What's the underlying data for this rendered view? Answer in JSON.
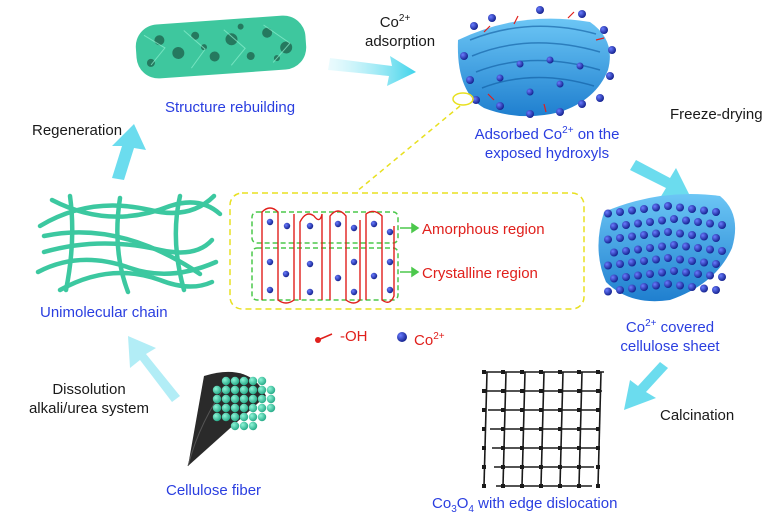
{
  "labels": {
    "co_adsorption_line1": "Co",
    "co_adsorption_sup": "2+",
    "co_adsorption_line2": "adsorption",
    "structure_rebuilding": "Structure rebuilding",
    "regeneration": "Regeneration",
    "adsorbed_line1_a": "Adsorbed Co",
    "adsorbed_line1_sup": "2+",
    "adsorbed_line1_b": " on the",
    "adsorbed_line2": "exposed hydroxyls",
    "freeze_drying": "Freeze-drying",
    "amorphous_region": "Amorphous region",
    "crystalline_region": "Crystalline region",
    "unimolecular_chain": "Unimolecular chain",
    "legend_oh": "-OH",
    "legend_co": "Co",
    "legend_co_sup": "2+",
    "covered_line1_a": "Co",
    "covered_line1_sup": "2+",
    "covered_line1_b": " covered",
    "covered_line2": "cellulose sheet",
    "dissolution_line1": "Dissolution",
    "dissolution_line2": "alkali/urea system",
    "calcination": "Calcination",
    "cellulose_fiber": "Cellulose fiber",
    "co3o4_a": "Co",
    "co3o4_sub1": "3",
    "co3o4_b": "O",
    "co3o4_sub2": "4",
    "co3o4_c": " with edge dislocation"
  },
  "colors": {
    "label_blue": "#2a3ee0",
    "label_red": "#e0201c",
    "arrow_cyan": "#5bd8ec",
    "cellulose_green": "#3cc8a0",
    "sheet_blue": "#2f9fe0",
    "cobalt_ion": "#1c2fa8",
    "dashed_yellow": "#e8e020",
    "dashed_green": "#4cc84c"
  }
}
